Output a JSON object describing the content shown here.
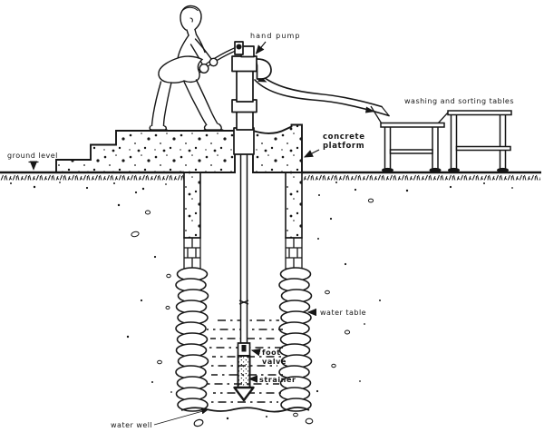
{
  "palette": {
    "ink": "#161616",
    "paper": "#ffffff"
  },
  "figure": {
    "labels": {
      "hand_pump": "hand pump",
      "washing_and_sorting_tables": "washing and sorting tables",
      "concrete_platform_line1": "concrete",
      "concrete_platform_line2": "platform",
      "ground_level": "ground level",
      "water_table": "water table",
      "foot_valve_line1": "foot",
      "foot_valve_line2": "valve",
      "strainer": "strainer",
      "water_well": "water well"
    }
  }
}
